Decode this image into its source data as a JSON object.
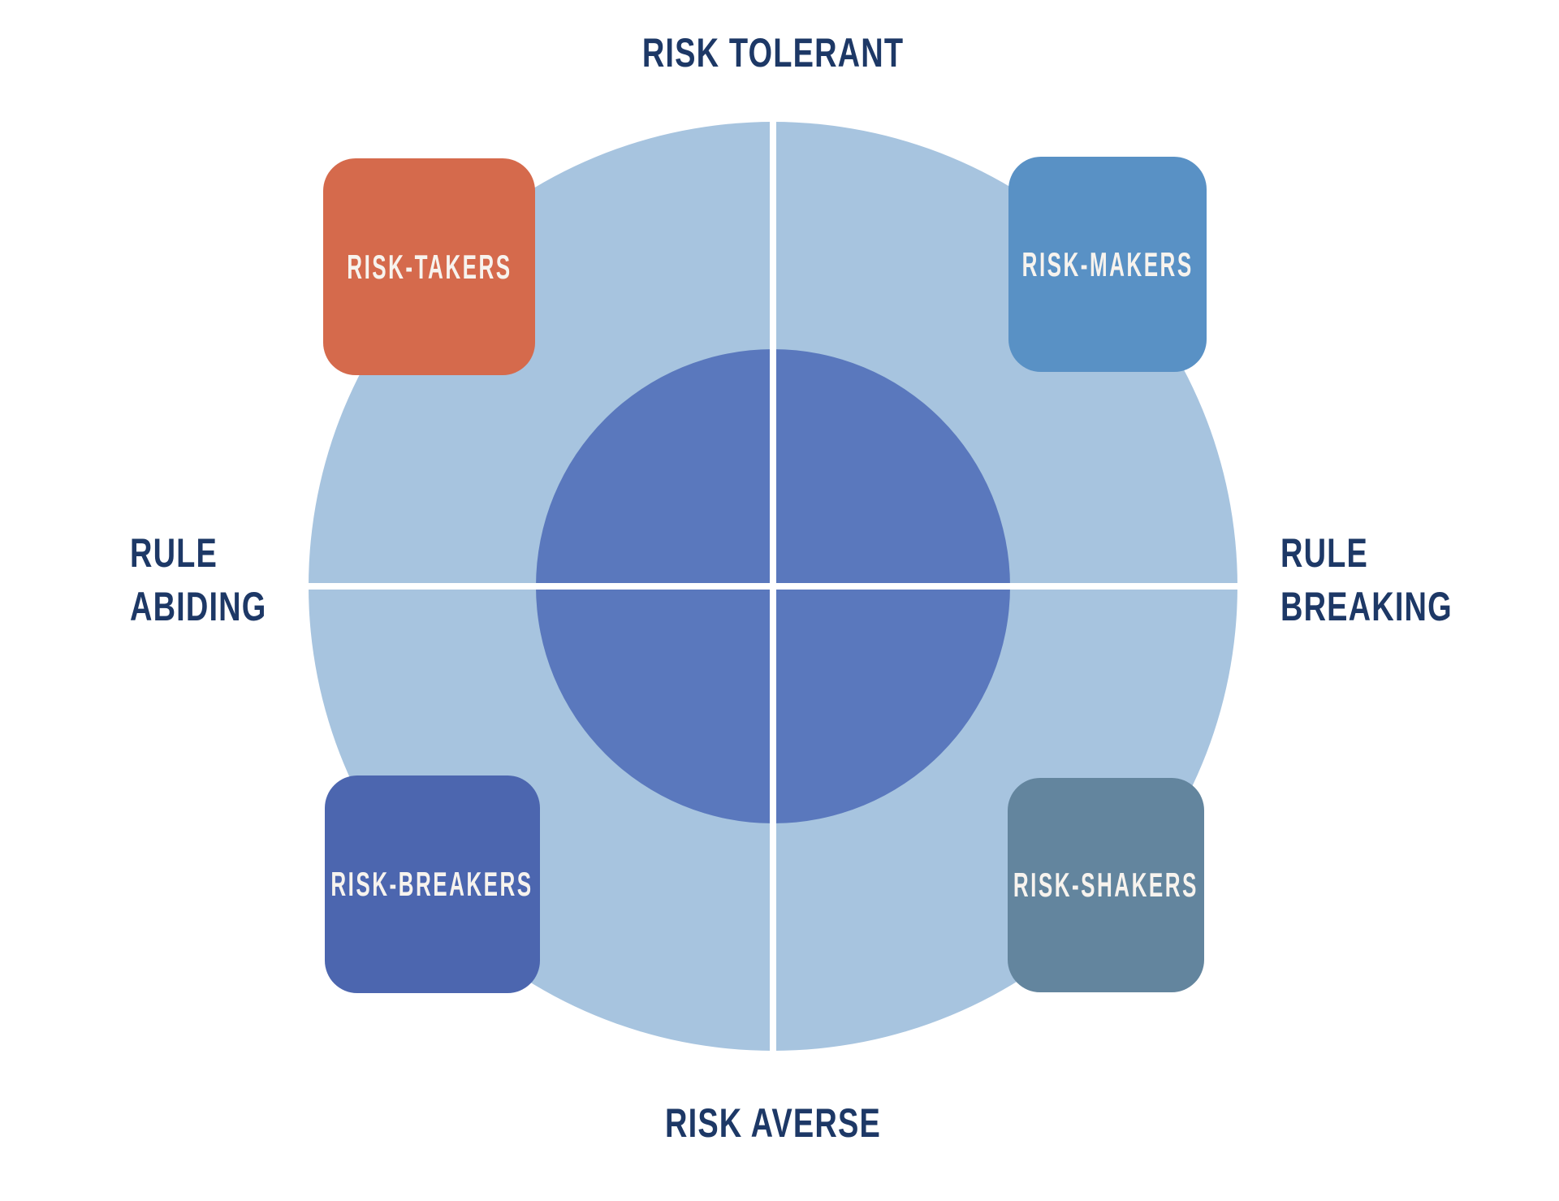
{
  "axes": {
    "top": "RISK TOLERANT",
    "bottom": "RISK AVERSE",
    "left": [
      "RULE",
      "ABIDING"
    ],
    "right": [
      "RULE",
      "BREAKING"
    ]
  },
  "quadrants": [
    {
      "label": "RISK-TAKERS",
      "position": "top-left",
      "color": "#D56A4C"
    },
    {
      "label": "RISK-MAKERS",
      "position": "top-right",
      "color": "#5991C5"
    },
    {
      "label": "RISK-BREAKERS",
      "position": "bottom-left",
      "color": "#4C66AF"
    },
    {
      "label": "RISK-SHAKERS",
      "position": "bottom-right",
      "color": "#63859E"
    }
  ],
  "colors": {
    "outer_circle": "#A7C4DF",
    "inner_circle": "#5A78BD",
    "crosshair": "#FFFFFF",
    "axis_text": "#1D3866",
    "card_text": "#F7F3EE",
    "background": "#FFFFFF"
  }
}
